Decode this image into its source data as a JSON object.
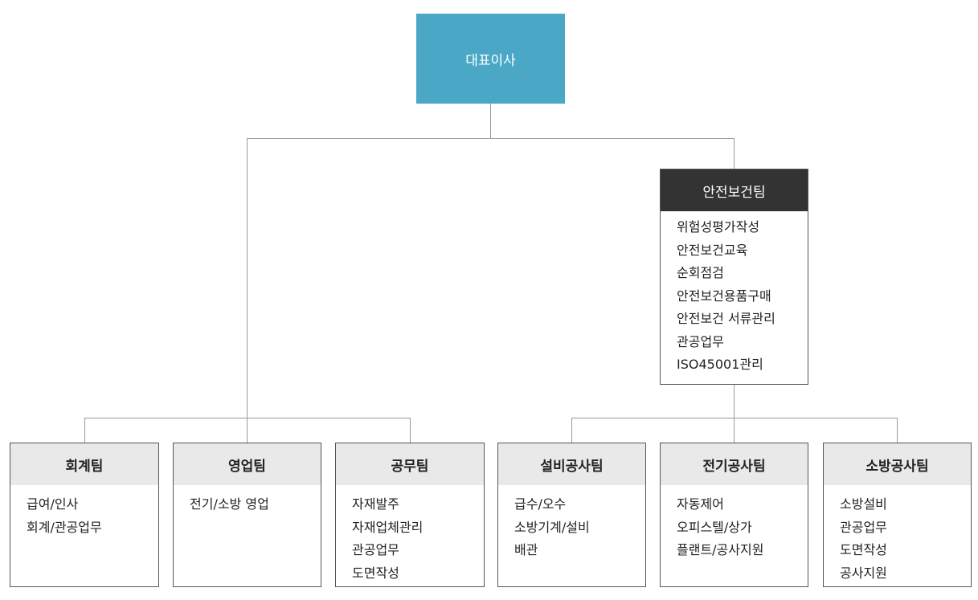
{
  "org": {
    "ceo": "대표이사",
    "safety": {
      "title": "안전보건팀",
      "duties": [
        "위험성평가작성",
        "안전보건교육",
        "순회점검",
        "안전보건용품구매",
        "안전보건 서류관리",
        "관공업무",
        "ISO45001관리"
      ]
    },
    "teams": [
      {
        "title": "회계팀",
        "duties": [
          "급여/인사",
          "회계/관공업무"
        ]
      },
      {
        "title": "영업팀",
        "duties": [
          "전기/소방 영업"
        ]
      },
      {
        "title": "공무팀",
        "duties": [
          "자재발주",
          "자재업체관리",
          "관공업무",
          "도면작성"
        ]
      },
      {
        "title": "설비공사팀",
        "duties": [
          "급수/오수",
          "소방기계/설비",
          "배관"
        ]
      },
      {
        "title": "전기공사팀",
        "duties": [
          "자동제어",
          "오피스텔/상가",
          "플랜트/공사지원"
        ]
      },
      {
        "title": "소방공사팀",
        "duties": [
          "소방설비",
          "관공업무",
          "도면작성",
          "공사지원"
        ]
      }
    ]
  },
  "colors": {
    "ceo_bg": "#4aa8c6",
    "safety_header_bg": "#333333",
    "team_header_bg": "#e9e9e9",
    "connector": "#9a9a9a"
  }
}
